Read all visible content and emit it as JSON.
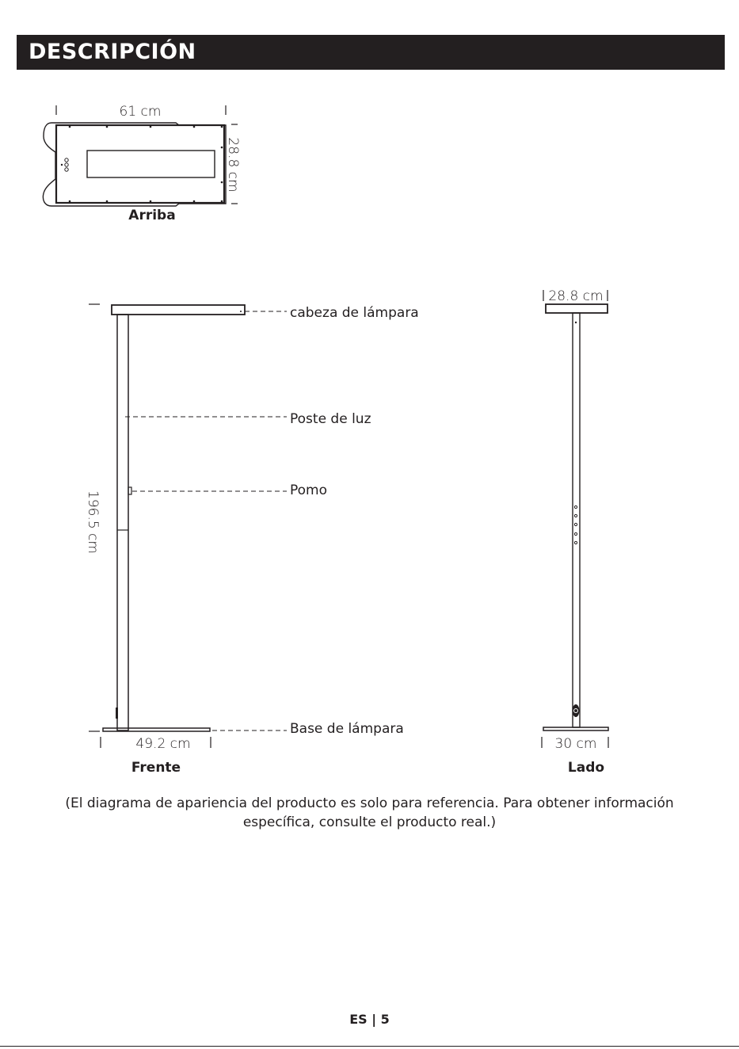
{
  "header": {
    "title": "DESCRIPCIÓN"
  },
  "top_view": {
    "width_label": "61 cm",
    "depth_label": "28.8 cm",
    "caption": "Arriba"
  },
  "front_view": {
    "height_label": "196.5 cm",
    "base_width_label": "49.2 cm",
    "caption": "Frente",
    "parts": {
      "lamp_head": "cabeza de lámpara",
      "pole": "Poste de luz",
      "knob": "Pomo",
      "base": "Base de lámpara"
    }
  },
  "side_view": {
    "head_depth_label": "28.8 cm",
    "base_depth_label": "30 cm",
    "caption": "Lado"
  },
  "note": "(El diagrama de apariencia del producto es solo para referencia. Para obtener información específica, consulte el producto real.)",
  "footer": {
    "page": "ES | 5"
  },
  "colors": {
    "ink": "#231f20",
    "background": "#ffffff"
  }
}
